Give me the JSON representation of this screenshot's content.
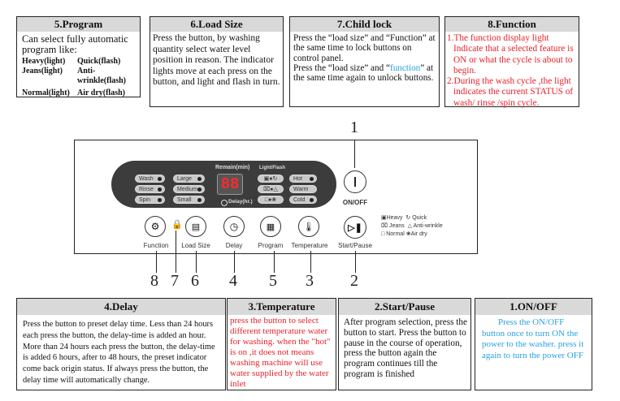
{
  "top_boxes": {
    "program": {
      "title": "5.Program",
      "intro": "Can select fully automatic program like:",
      "items": [
        {
          "left": "Heavy(light)",
          "right": "Quick(flash)"
        },
        {
          "left": "Jeans(light)",
          "right": "Anti-wrinkle(flash)"
        },
        {
          "left": "Normal(light)",
          "right": "Air dry(flash)"
        }
      ]
    },
    "load_size": {
      "title": "6.Load Size",
      "text": "Press the button, by washing quantity select water level position in reason. The indicator lights move at each press on the button, and light and flash in turn."
    },
    "child_lock": {
      "title": "7.Child lock",
      "text1": "Press the “load size” and “Function” at the same time to lock buttons on control panel.",
      "text2_pre": "Press the “load size” and “",
      "text2_highlight": "function",
      "text2_post": "” at the same time again to unlock buttons."
    },
    "function": {
      "title": "8.Function",
      "item1": "1.The function display light Indicate that a selected feature is ON or what the cycle is about to begin.",
      "item2": "2.During the wash cycle ,the light indicates the current STATUS of wash/ rinse /spin cycle."
    }
  },
  "panel": {
    "cycle_lights": [
      "Wash",
      "Rinse",
      "Spin"
    ],
    "load_lights": [
      "Large",
      "Medium",
      "Small"
    ],
    "remain_label": "Remain(min)",
    "display_value": "88",
    "delay_label": "Delay(hr.)",
    "light_flash_label": "Light/Flash",
    "program_icons": [
      {
        "left": "heavy-icon",
        "right": "quick-icon"
      },
      {
        "left": "jeans-icon",
        "right": "anti-wrinkle-icon"
      },
      {
        "left": "normal-icon",
        "right": "air-dry-icon"
      }
    ],
    "temp_lights": [
      "Hot",
      "Warm",
      "Cold"
    ],
    "buttons": {
      "on_off": "ON/OFF",
      "function": "Function",
      "load_size": "Load Size",
      "delay": "Delay",
      "program": "Program",
      "temperature": "Temperature",
      "start_pause": "Start/Pause"
    },
    "legend": [
      {
        "a": "Heavy",
        "b": "Quick"
      },
      {
        "a": "Jeans",
        "b": "Anti-wrinkle"
      },
      {
        "a": "Normal",
        "b": "Air dry"
      }
    ]
  },
  "callouts": {
    "n1": "1",
    "n2": "2",
    "n3": "3",
    "n4": "4",
    "n5": "5",
    "n6": "6",
    "n7": "7",
    "n8": "8"
  },
  "bottom_boxes": {
    "delay": {
      "title": "4.Delay",
      "text": "Press the button to preset delay time. Less than 24 hours each press the button, the delay-time is added an hour. More than 24 hours each press the button, the delay-time is added 6 hours, after to 48 hours, the preset indicator come back origin status. If always press the button, the delay time will automatically change."
    },
    "temperature": {
      "title": "3.Temperature",
      "text": "press the button to select different temperature water for washing. when the \"hot\" is on ,it does not means washing machine will use water supplied by the water inlet"
    },
    "start_pause": {
      "title": "2.Start/Pause",
      "text": "After program selection, press the button to start. Press the button to pause in the course of operation, press the button again the program continues till the program is finished"
    },
    "on_off": {
      "title": "1.ON/OFF",
      "text": "Press the ON/OFF button once to turn ON the power to the washer. press it again to turn the power OFF"
    }
  },
  "colors": {
    "red_text": "#e8202a",
    "blue_text": "#2aa0e0",
    "header_bg": "#d9d9d9",
    "display_bg": "#3c3c3c",
    "segment_red": "#ff2a2a"
  }
}
